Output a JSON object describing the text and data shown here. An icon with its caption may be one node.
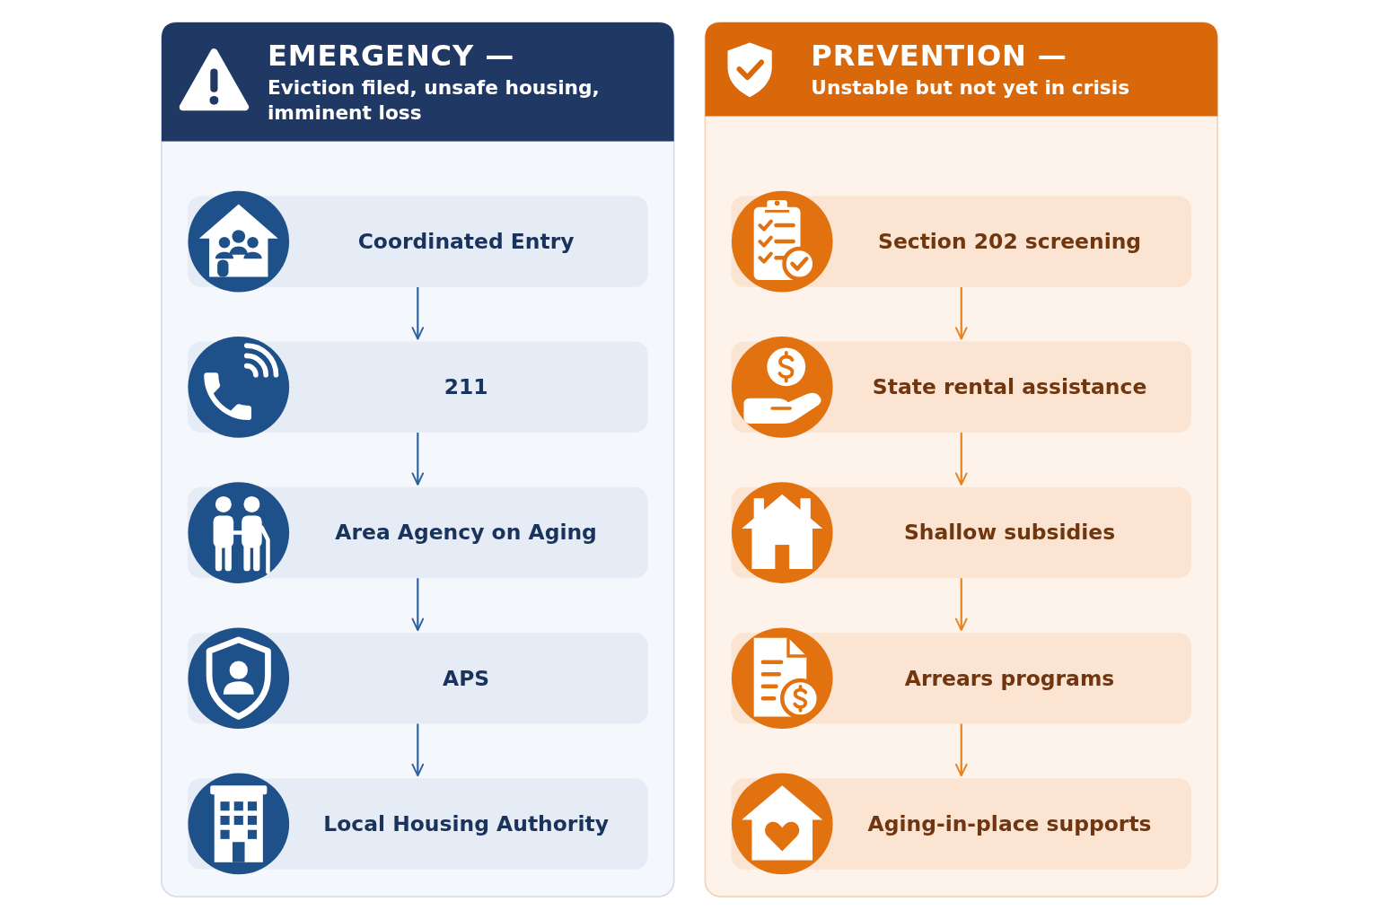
{
  "diagram": {
    "nodes": [
      {
        "text": [
          "EMERGENCY —",
          "Eviction filed, unsafe housing, imminent loss"
        ]
      },
      {
        "text": [
          "Coordinated Entry"
        ],
        "in": 0
      },
      {
        "text": [
          "211"
        ],
        "in": 0
      },
      {
        "text": [
          "Area Agency on Aging"
        ],
        "in": 0
      },
      {
        "text": [
          "APS"
        ],
        "in": 0
      },
      {
        "text": [
          "Local Housing Authority"
        ],
        "in": 0
      },
      {
        "text": [
          "PREVENTION —",
          "Unstable but not yet in crisis"
        ]
      },
      {
        "text": [
          "Section 202 screening"
        ],
        "in": 6
      },
      {
        "text": [
          "State rental assistance"
        ],
        "in": 6
      },
      {
        "text": [
          "Shallow subsidies"
        ],
        "in": 6
      },
      {
        "text": [
          "Arrears programs"
        ],
        "in": 6
      },
      {
        "text": [
          "Aging-in-place supports"
        ],
        "in": 6
      }
    ],
    "edges": [
      {
        "from": 1,
        "to": 2,
        "arrow": "to",
        "color": "#2d62a0"
      },
      {
        "from": 2,
        "to": 3,
        "arrow": "to",
        "color": "#2d62a0"
      },
      {
        "from": 3,
        "to": 4,
        "arrow": "to",
        "color": "#2d62a0"
      },
      {
        "from": 4,
        "to": 5,
        "arrow": "to",
        "color": "#2d62a0"
      },
      {
        "from": 7,
        "to": 8,
        "arrow": "to",
        "color": "#e8821e"
      },
      {
        "from": 8,
        "to": 9,
        "arrow": "to",
        "color": "#e8821e"
      },
      {
        "from": 9,
        "to": 10,
        "arrow": "to",
        "color": "#e8821e"
      },
      {
        "from": 10,
        "to": 11,
        "arrow": "to",
        "color": "#e8821e"
      }
    ]
  }
}
